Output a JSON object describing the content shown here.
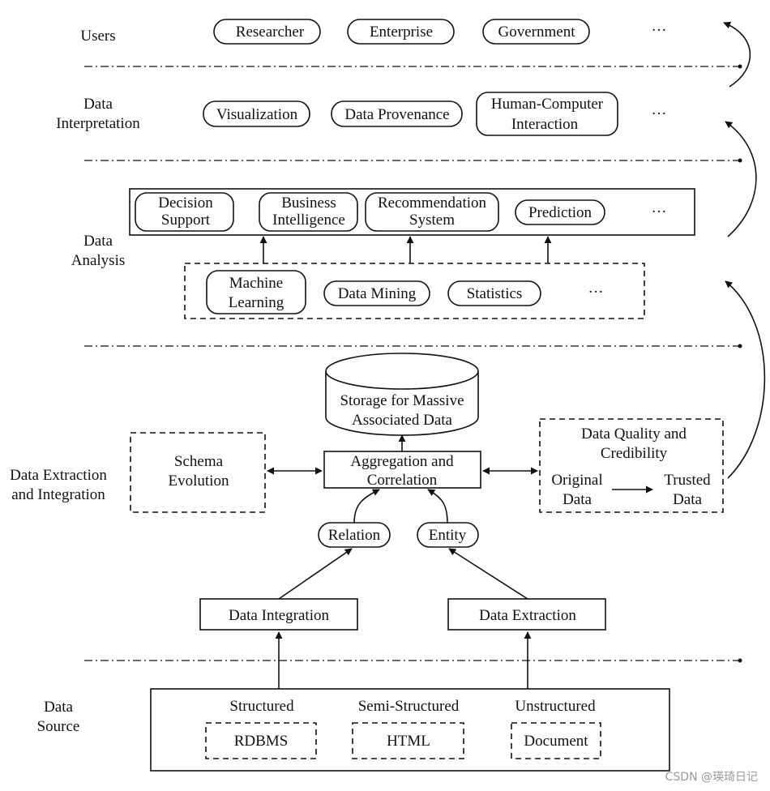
{
  "layers": {
    "users": {
      "label": [
        "Users"
      ],
      "items": [
        "Researcher",
        "Enterprise",
        "Government"
      ],
      "more": "···"
    },
    "interpretation": {
      "label": [
        "Data",
        "Interpretation"
      ],
      "items": [
        "Visualization",
        "Data Provenance"
      ],
      "hci": [
        "Human-Computer",
        "Interaction"
      ],
      "more": "···"
    },
    "analysis": {
      "label": [
        "Data",
        "Analysis"
      ],
      "upper": {
        "decision": [
          "Decision",
          "Support"
        ],
        "bi": [
          "Business",
          "Intelligence"
        ],
        "recsys": [
          "Recommendation",
          "System"
        ],
        "prediction": "Prediction",
        "more": "···"
      },
      "lower": {
        "ml": [
          "Machine",
          "Learning"
        ],
        "mining": "Data Mining",
        "statistics": "Statistics",
        "more": "···"
      }
    },
    "extraction": {
      "label": [
        "Data Extraction",
        "and Integration"
      ],
      "storage": [
        "Storage for Massive",
        "Associated Data"
      ],
      "aggregation": [
        "Aggregation and",
        "Correlation"
      ],
      "schema": [
        "Schema",
        "Evolution"
      ],
      "quality": {
        "title": [
          "Data Quality and",
          "Credibility"
        ],
        "original": [
          "Original",
          "Data"
        ],
        "trusted": [
          "Trusted",
          "Data"
        ]
      },
      "relation": "Relation",
      "entity": "Entity",
      "integration": "Data Integration",
      "extraction_box": "Data Extraction"
    },
    "source": {
      "label": [
        "Data",
        "Source"
      ],
      "kinds": [
        "Structured",
        "Semi-Structured",
        "Unstructured"
      ],
      "examples": [
        "RDBMS",
        "HTML",
        "Document"
      ]
    }
  },
  "watermark": "CSDN @瑛琦日记"
}
